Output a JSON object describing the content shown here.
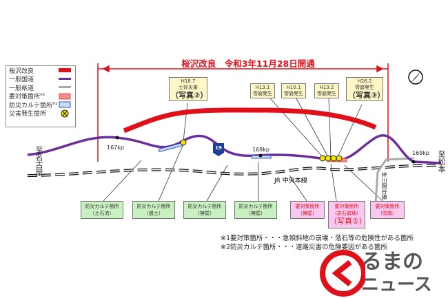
{
  "title": "桜沢改良　令和3年11月28日開通",
  "legend": [
    {
      "label": "桜沢改良",
      "color": "#e0101a",
      "kind": "thick"
    },
    {
      "label": "一般国道",
      "color": "#6a2f9c",
      "kind": "line"
    },
    {
      "label": "一般県道",
      "color": "#aaaaaa",
      "kind": "line"
    },
    {
      "label": "要対策箇所",
      "note": "※1",
      "color": "#f58a8a",
      "kind": "box"
    },
    {
      "label": "防災カルテ箇所",
      "note": "※2",
      "color": "#c8ddf5",
      "kind": "box"
    },
    {
      "label": "災害発生箇所",
      "color": "#f5e400",
      "kind": "x"
    }
  ],
  "callouts": [
    {
      "date": "H18.7",
      "text": "土砂災害",
      "photo": "（写真②）"
    },
    {
      "date": "H13.1",
      "text": "雪崩発生"
    },
    {
      "date": "H10.1",
      "text": "雪崩発生"
    },
    {
      "date": "H13.2",
      "text": "雪崩発生"
    },
    {
      "date": "H26.2",
      "text": "雪崩発生",
      "photo": "（写真③）"
    }
  ],
  "places": {
    "left": "至名古屋",
    "right": "至松本",
    "rail": "JR 中央本線",
    "pref_road": "梓川岡谷線",
    "route": "19",
    "kp": [
      "167kp",
      "168kp",
      "169kp"
    ]
  },
  "boxes": [
    {
      "title": "防災カルテ箇所",
      "sub": "（土石流）"
    },
    {
      "title": "防災カルテ箇所",
      "sub": "（盛土）"
    },
    {
      "title": "防災カルテ箇所",
      "sub": "（擁壁）"
    },
    {
      "title": "防災カルテ箇所",
      "sub": "（擁壁）"
    },
    {
      "title": "要対策箇所",
      "sub": "（擁壁）"
    },
    {
      "title": "要対策箇所",
      "sub": "（岩石崩壊）",
      "photo": "（写真①）"
    },
    {
      "title": "要対策箇所",
      "sub": "（雪崩）"
    }
  ],
  "notes": [
    "※1要対策箇所・・・急傾斜地の崩壊・落石等の危険性がある箇所",
    "※2防災カルテ箇所・・・道路災害の危険要因がある箇所"
  ],
  "logo": {
    "line1": "るまの",
    "line2": "ニュース"
  }
}
